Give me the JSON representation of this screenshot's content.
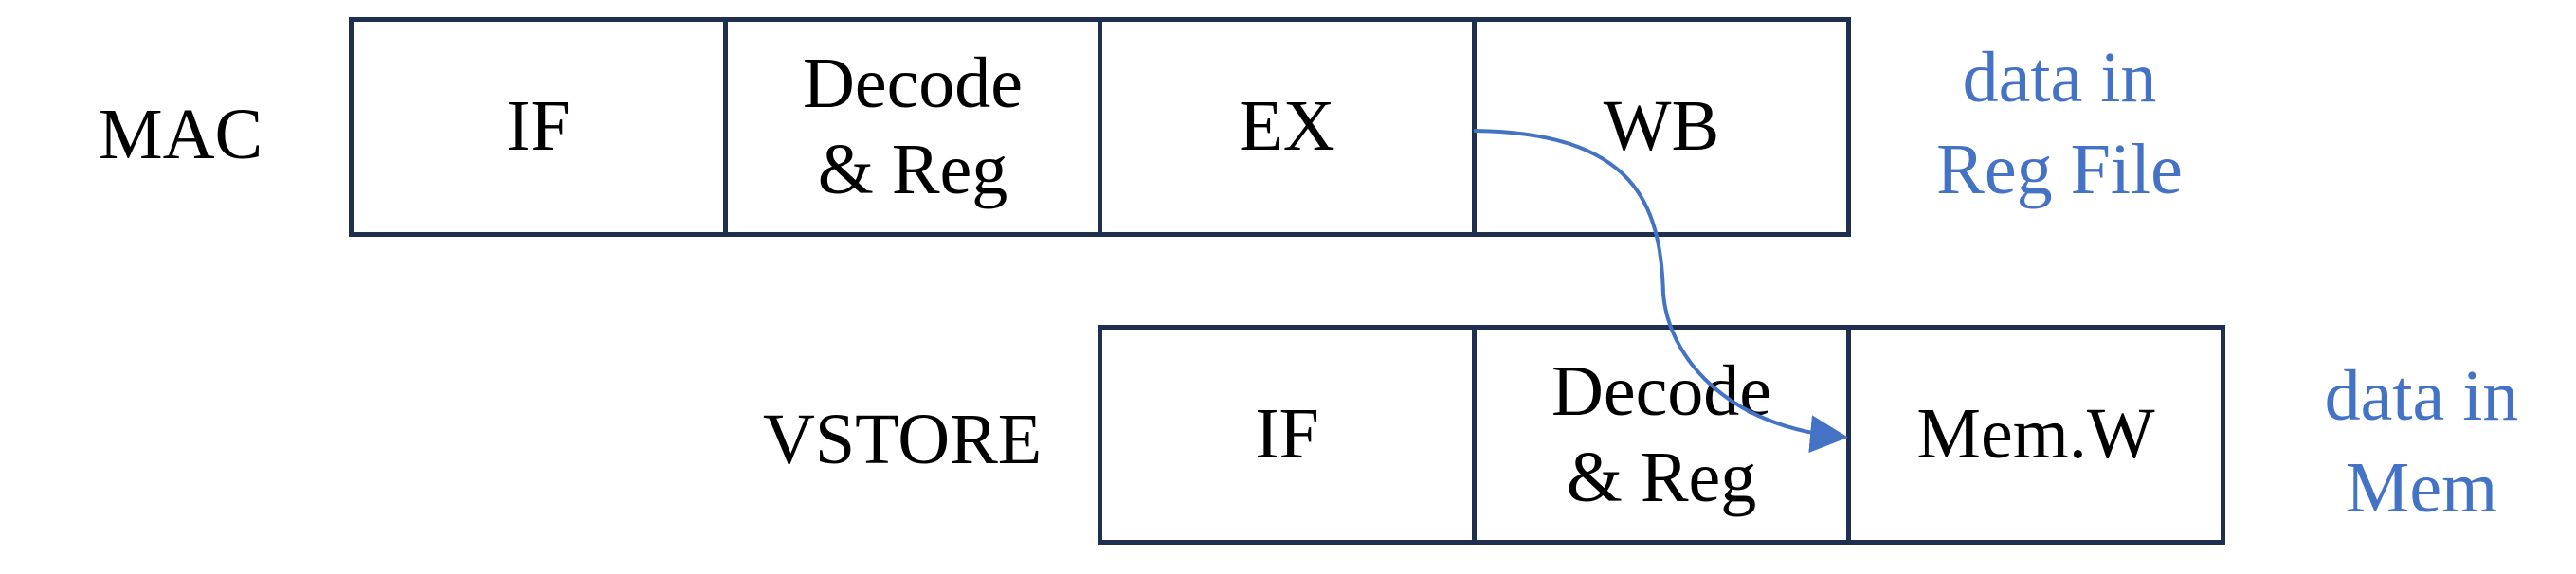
{
  "rows": [
    {
      "label": "MAC",
      "stages": [
        {
          "lines": [
            "IF"
          ]
        },
        {
          "lines": [
            "Decode",
            "& Reg"
          ]
        },
        {
          "lines": [
            "EX"
          ]
        },
        {
          "lines": [
            "WB"
          ]
        }
      ],
      "note": [
        "data in",
        "Reg File"
      ]
    },
    {
      "label": "VSTORE",
      "stages": [
        {
          "lines": [
            "IF"
          ]
        },
        {
          "lines": [
            "Decode",
            "& Reg"
          ]
        },
        {
          "lines": [
            "Mem.W"
          ]
        }
      ],
      "note": [
        "data in",
        "Mem"
      ]
    }
  ],
  "colors": {
    "box_border": "#1f2f4f",
    "accent": "#4472c4",
    "text": "#000000"
  },
  "arrow": {
    "from": "MAC EX",
    "to": "VSTORE Mem.W"
  }
}
